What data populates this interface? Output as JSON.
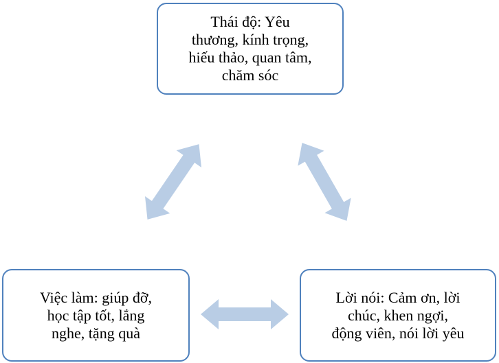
{
  "colors": {
    "border": "#4f81bd",
    "arrow": "#b9cde5"
  },
  "nodes": {
    "attitude": {
      "lines": [
        "Thái độ: Yêu",
        "thương, kính trọng,",
        "hiếu thảo, quan tâm,",
        "chăm sóc"
      ]
    },
    "actions": {
      "lines": [
        "Việc làm: giúp đỡ,",
        "học tập tốt, lắng",
        "nghe, tặng quà"
      ]
    },
    "words": {
      "lines": [
        "Lời nói: Cảm ơn, lời",
        "chúc, khen ngợi,",
        "động viên, nói lời yêu"
      ]
    }
  }
}
